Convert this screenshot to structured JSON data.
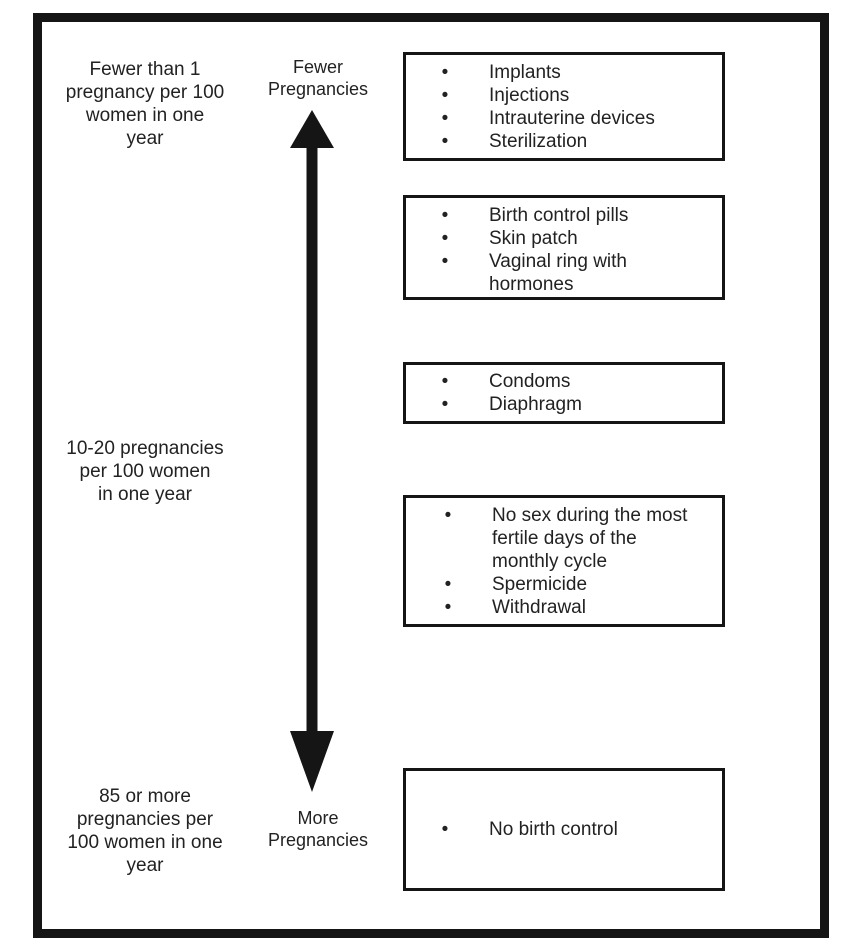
{
  "left_labels": {
    "top": [
      "Fewer than 1",
      "pregnancy per 100",
      "women in one",
      "year"
    ],
    "middle": [
      "10-20 pregnancies",
      "per 100 women",
      "in one year"
    ],
    "bottom": [
      "85 or more",
      "pregnancies per",
      "100 women in one",
      "year"
    ]
  },
  "axis": {
    "top_label": [
      "Fewer",
      "Pregnancies"
    ],
    "bottom_label": [
      "More",
      "Pregnancies"
    ]
  },
  "boxes": [
    {
      "items": [
        [
          "Implants"
        ],
        [
          "Injections"
        ],
        [
          "Intrauterine devices"
        ],
        [
          "Sterilization"
        ]
      ]
    },
    {
      "items": [
        [
          "Birth control pills"
        ],
        [
          "Skin patch"
        ],
        [
          "Vaginal ring with",
          "hormones"
        ]
      ]
    },
    {
      "items": [
        [
          "Condoms"
        ],
        [
          "Diaphragm"
        ]
      ]
    },
    {
      "items": [
        [
          "No sex during the most",
          "fertile days of the",
          "monthly cycle"
        ],
        [
          "Spermicide"
        ],
        [
          "Withdrawal"
        ]
      ]
    },
    {
      "items": [
        [
          "No birth control"
        ]
      ]
    }
  ],
  "bullet_char": "•"
}
